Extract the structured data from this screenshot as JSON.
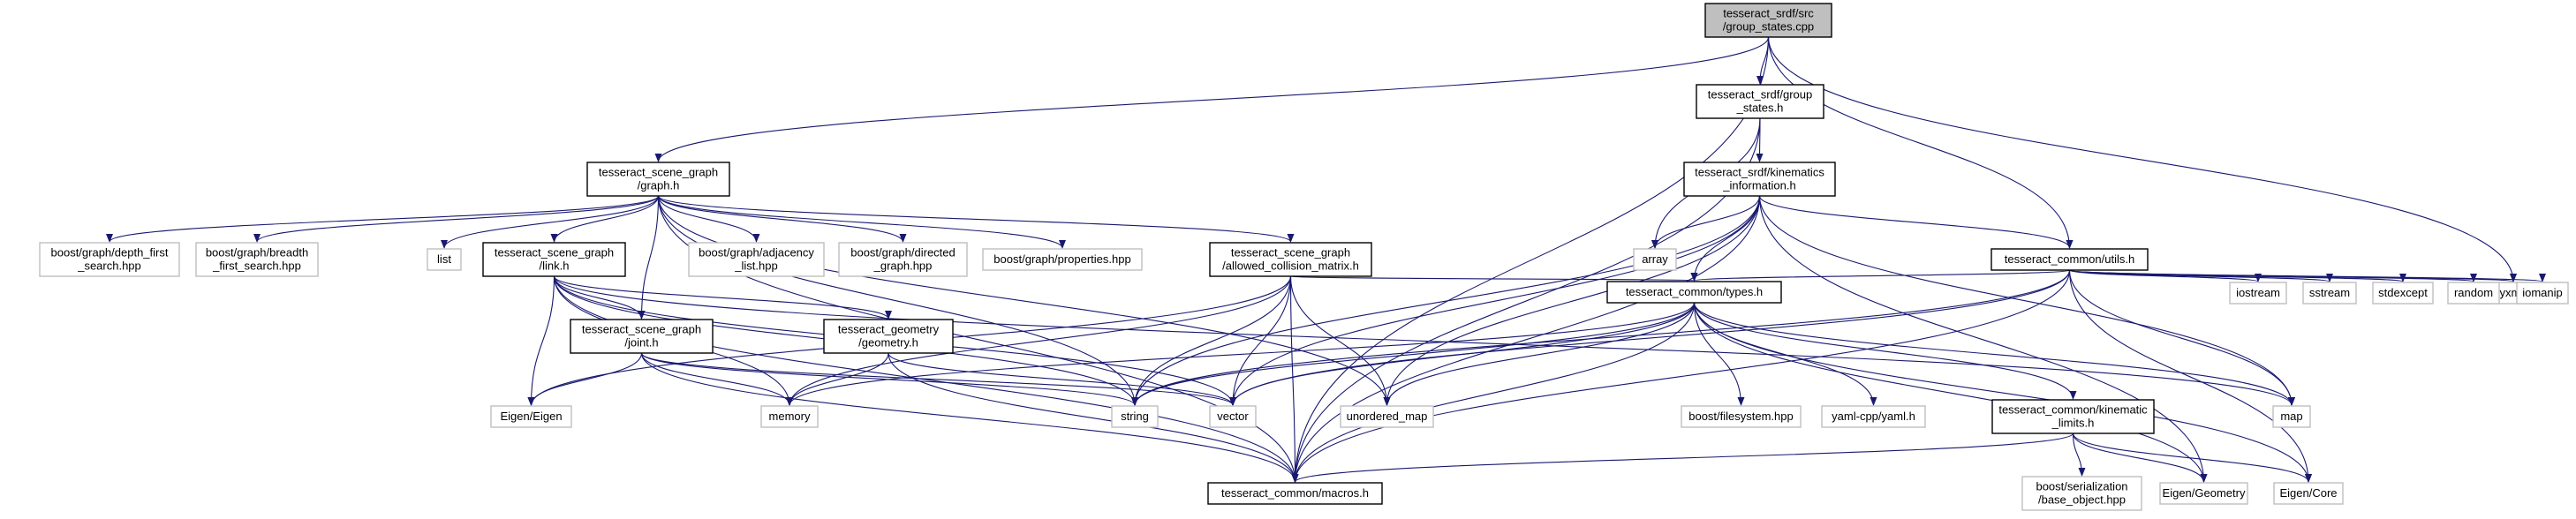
{
  "colors": {
    "root_fill": "#bfbfbf",
    "node_border": "#000000",
    "external_border": "#bfbfbf",
    "edge": "#191970",
    "background": "#ffffff"
  },
  "nodes": [
    {
      "id": "group_states_cpp",
      "lines": [
        "tesseract_srdf/src",
        "/group_states.cpp"
      ],
      "kind": "root"
    },
    {
      "id": "group_states_h",
      "lines": [
        "tesseract_srdf/group",
        "_states.h"
      ],
      "kind": "internal"
    },
    {
      "id": "graph_h",
      "lines": [
        "tesseract_scene_graph",
        "/graph.h"
      ],
      "kind": "internal"
    },
    {
      "id": "kinematics_information_h",
      "lines": [
        "tesseract_srdf/kinematics",
        "_information.h"
      ],
      "kind": "internal"
    },
    {
      "id": "boost_dfs",
      "lines": [
        "boost/graph/depth_first",
        "_search.hpp"
      ],
      "kind": "external"
    },
    {
      "id": "boost_bfs",
      "lines": [
        "boost/graph/breadth",
        "_first_search.hpp"
      ],
      "kind": "external"
    },
    {
      "id": "list",
      "lines": [
        "list"
      ],
      "kind": "external"
    },
    {
      "id": "link_h",
      "lines": [
        "tesseract_scene_graph",
        "/link.h"
      ],
      "kind": "internal"
    },
    {
      "id": "boost_adj",
      "lines": [
        "boost/graph/adjacency",
        "_list.hpp"
      ],
      "kind": "external"
    },
    {
      "id": "boost_dir",
      "lines": [
        "boost/graph/directed",
        "_graph.hpp"
      ],
      "kind": "external"
    },
    {
      "id": "boost_props",
      "lines": [
        "boost/graph/properties.hpp"
      ],
      "kind": "external"
    },
    {
      "id": "acm_h",
      "lines": [
        "tesseract_scene_graph",
        "/allowed_collision_matrix.h"
      ],
      "kind": "internal"
    },
    {
      "id": "array",
      "lines": [
        "array"
      ],
      "kind": "external"
    },
    {
      "id": "utils_h",
      "lines": [
        "tesseract_common/utils.h"
      ],
      "kind": "internal"
    },
    {
      "id": "tinyxml2_h",
      "lines": [
        "tinyxml2.h"
      ],
      "kind": "external"
    },
    {
      "id": "joint_h",
      "lines": [
        "tesseract_scene_graph",
        "/joint.h"
      ],
      "kind": "internal"
    },
    {
      "id": "geometry_h",
      "lines": [
        "tesseract_geometry",
        "/geometry.h"
      ],
      "kind": "internal"
    },
    {
      "id": "types_h",
      "lines": [
        "tesseract_common/types.h"
      ],
      "kind": "internal"
    },
    {
      "id": "iostream",
      "lines": [
        "iostream"
      ],
      "kind": "external"
    },
    {
      "id": "sstream",
      "lines": [
        "sstream"
      ],
      "kind": "external"
    },
    {
      "id": "stdexcept",
      "lines": [
        "stdexcept"
      ],
      "kind": "external"
    },
    {
      "id": "random",
      "lines": [
        "random"
      ],
      "kind": "external"
    },
    {
      "id": "iomanip",
      "lines": [
        "iomanip"
      ],
      "kind": "external"
    },
    {
      "id": "eigen_eigen",
      "lines": [
        "Eigen/Eigen"
      ],
      "kind": "external"
    },
    {
      "id": "memory",
      "lines": [
        "memory"
      ],
      "kind": "external"
    },
    {
      "id": "string",
      "lines": [
        "string"
      ],
      "kind": "external"
    },
    {
      "id": "vector",
      "lines": [
        "vector"
      ],
      "kind": "external"
    },
    {
      "id": "unordered_map",
      "lines": [
        "unordered_map"
      ],
      "kind": "external"
    },
    {
      "id": "boost_fs",
      "lines": [
        "boost/filesystem.hpp"
      ],
      "kind": "external"
    },
    {
      "id": "yaml_h",
      "lines": [
        "yaml-cpp/yaml.h"
      ],
      "kind": "external"
    },
    {
      "id": "kin_limits_h",
      "lines": [
        "tesseract_common/kinematic",
        "_limits.h"
      ],
      "kind": "internal"
    },
    {
      "id": "map",
      "lines": [
        "map"
      ],
      "kind": "external"
    },
    {
      "id": "boost_ser",
      "lines": [
        "boost/serialization",
        "/base_object.hpp"
      ],
      "kind": "external"
    },
    {
      "id": "macros_h",
      "lines": [
        "tesseract_common/macros.h"
      ],
      "kind": "internal"
    },
    {
      "id": "eigen_geometry",
      "lines": [
        "Eigen/Geometry"
      ],
      "kind": "external"
    },
    {
      "id": "eigen_core",
      "lines": [
        "Eigen/Core"
      ],
      "kind": "external"
    }
  ],
  "edges": [
    [
      "group_states_cpp",
      "group_states_h"
    ],
    [
      "group_states_cpp",
      "graph_h"
    ],
    [
      "group_states_cpp",
      "macros_h"
    ],
    [
      "group_states_cpp",
      "utils_h"
    ],
    [
      "group_states_cpp",
      "tinyxml2_h"
    ],
    [
      "group_states_h",
      "kinematics_information_h"
    ],
    [
      "group_states_h",
      "array"
    ],
    [
      "group_states_h",
      "macros_h"
    ],
    [
      "graph_h",
      "boost_dfs"
    ],
    [
      "graph_h",
      "boost_bfs"
    ],
    [
      "graph_h",
      "list"
    ],
    [
      "graph_h",
      "link_h"
    ],
    [
      "graph_h",
      "boost_adj"
    ],
    [
      "graph_h",
      "boost_dir"
    ],
    [
      "graph_h",
      "boost_props"
    ],
    [
      "graph_h",
      "acm_h"
    ],
    [
      "graph_h",
      "joint_h"
    ],
    [
      "graph_h",
      "string"
    ],
    [
      "graph_h",
      "unordered_map"
    ],
    [
      "graph_h",
      "macros_h"
    ],
    [
      "kinematics_information_h",
      "array"
    ],
    [
      "kinematics_information_h",
      "utils_h"
    ],
    [
      "kinematics_information_h",
      "types_h"
    ],
    [
      "kinematics_information_h",
      "string"
    ],
    [
      "kinematics_information_h",
      "vector"
    ],
    [
      "kinematics_information_h",
      "unordered_map"
    ],
    [
      "kinematics_information_h",
      "map"
    ],
    [
      "kinematics_information_h",
      "macros_h"
    ],
    [
      "kinematics_information_h",
      "eigen_geometry"
    ],
    [
      "link_h",
      "joint_h"
    ],
    [
      "link_h",
      "geometry_h"
    ],
    [
      "link_h",
      "eigen_eigen"
    ],
    [
      "link_h",
      "memory"
    ],
    [
      "link_h",
      "string"
    ],
    [
      "link_h",
      "vector"
    ],
    [
      "link_h",
      "map"
    ],
    [
      "link_h",
      "macros_h"
    ],
    [
      "acm_h",
      "types_h"
    ],
    [
      "acm_h",
      "memory"
    ],
    [
      "acm_h",
      "string"
    ],
    [
      "acm_h",
      "vector"
    ],
    [
      "acm_h",
      "unordered_map"
    ],
    [
      "acm_h",
      "macros_h"
    ],
    [
      "acm_h",
      "eigen_eigen"
    ],
    [
      "utils_h",
      "types_h"
    ],
    [
      "utils_h",
      "iostream"
    ],
    [
      "utils_h",
      "sstream"
    ],
    [
      "utils_h",
      "stdexcept"
    ],
    [
      "utils_h",
      "random"
    ],
    [
      "utils_h",
      "iomanip"
    ],
    [
      "utils_h",
      "tinyxml2_h"
    ],
    [
      "utils_h",
      "vector"
    ],
    [
      "utils_h",
      "string"
    ],
    [
      "utils_h",
      "macros_h"
    ],
    [
      "utils_h",
      "eigen_core"
    ],
    [
      "utils_h",
      "map"
    ],
    [
      "joint_h",
      "eigen_eigen"
    ],
    [
      "joint_h",
      "memory"
    ],
    [
      "joint_h",
      "string"
    ],
    [
      "joint_h",
      "vector"
    ],
    [
      "joint_h",
      "macros_h"
    ],
    [
      "geometry_h",
      "memory"
    ],
    [
      "geometry_h",
      "vector"
    ],
    [
      "geometry_h",
      "macros_h"
    ],
    [
      "types_h",
      "vector"
    ],
    [
      "types_h",
      "memory"
    ],
    [
      "types_h",
      "unordered_map"
    ],
    [
      "types_h",
      "boost_fs"
    ],
    [
      "types_h",
      "yaml_h"
    ],
    [
      "types_h",
      "kin_limits_h"
    ],
    [
      "types_h",
      "map"
    ],
    [
      "types_h",
      "macros_h"
    ],
    [
      "types_h",
      "eigen_geometry"
    ],
    [
      "types_h",
      "eigen_core"
    ],
    [
      "types_h",
      "string"
    ],
    [
      "kin_limits_h",
      "boost_ser"
    ],
    [
      "kin_limits_h",
      "macros_h"
    ],
    [
      "kin_limits_h",
      "eigen_geometry"
    ],
    [
      "kin_limits_h",
      "eigen_core"
    ]
  ]
}
